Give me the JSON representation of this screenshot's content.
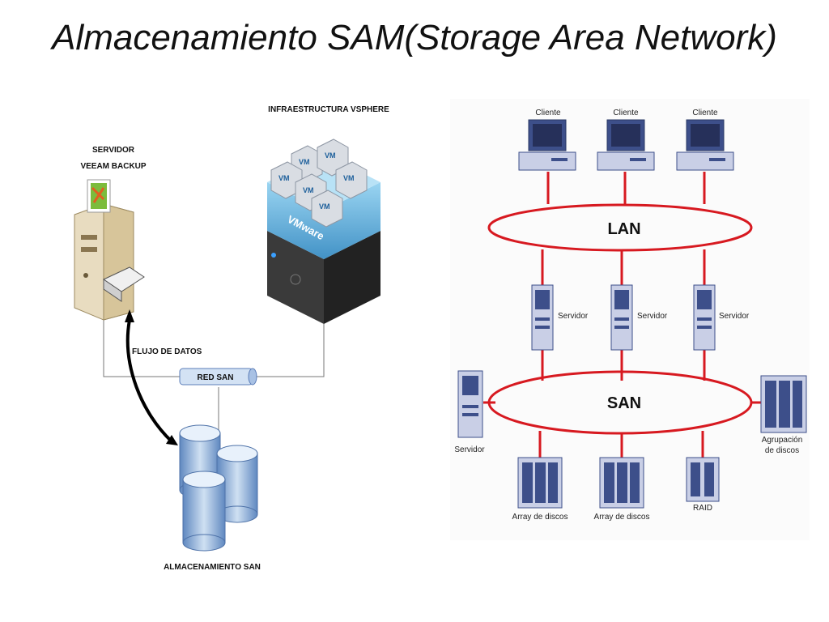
{
  "title": "Almacenamiento SAM(Storage Area Network)",
  "left": {
    "server_title_1": "SERVIDOR",
    "server_title_2": "VEEAM BACKUP",
    "vsphere_title": "INFRAESTRUCTURA VSPHERE",
    "vm_label": "VM",
    "vmware_label": "VMware",
    "flow_label": "FLUJO DE DATOS",
    "red_san_label": "RED SAN",
    "storage_label": "ALMACENAMIENTO SAN"
  },
  "right": {
    "clients": [
      "Cliente",
      "Cliente",
      "Cliente"
    ],
    "lan_label": "LAN",
    "servers": [
      "Servidor",
      "Servidor",
      "Servidor"
    ],
    "san_label": "SAN",
    "left_server": "Servidor",
    "agrupacion_1": "Agrupación",
    "agrupacion_2": "de discos",
    "arrays": [
      "Array de discos",
      "Array de discos"
    ],
    "raid": "RAID"
  },
  "colors": {
    "link": "#d71920",
    "device": "#3d4f8a",
    "device_light": "#c9cfe6",
    "vsphere_blue": "#5aa8d8"
  }
}
